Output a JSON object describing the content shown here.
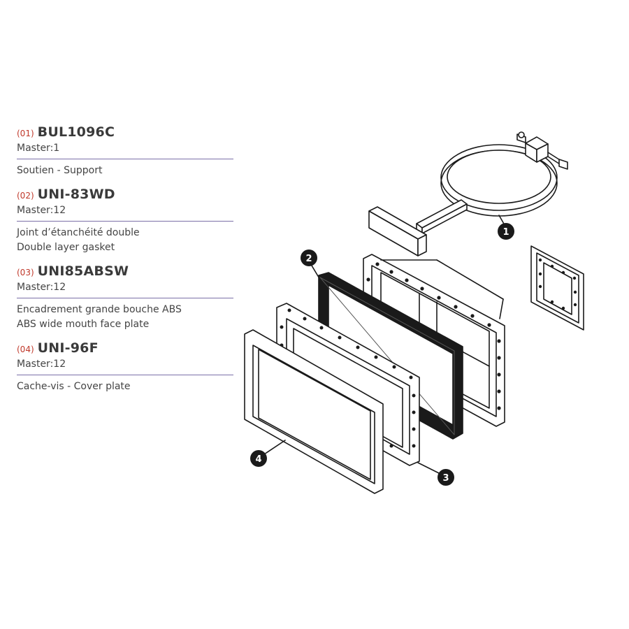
{
  "parts": [
    {
      "number": "(01)",
      "code": "BUL1096C",
      "master": "Master:1",
      "description": [
        "Soutien - Support"
      ]
    },
    {
      "number": "(02)",
      "code": "UNI-83WD",
      "master": "Master:12",
      "description": [
        "Joint d’étanchéité double",
        "Double layer gasket"
      ]
    },
    {
      "number": "(03)",
      "code": "UNI85ABSW",
      "master": "Master:12",
      "description": [
        "Encadrement grande bouche ABS",
        "ABS wide mouth face plate"
      ]
    },
    {
      "number": "(04)",
      "code": "UNI-96F",
      "master": "Master:12",
      "description": [
        "Cache-vis - Cover plate"
      ]
    }
  ],
  "callouts": [
    "1",
    "2",
    "3",
    "4"
  ],
  "colors": {
    "accent_number": "#c0392b",
    "rule": "#7b6fa8",
    "line": "#1a1a1a"
  }
}
